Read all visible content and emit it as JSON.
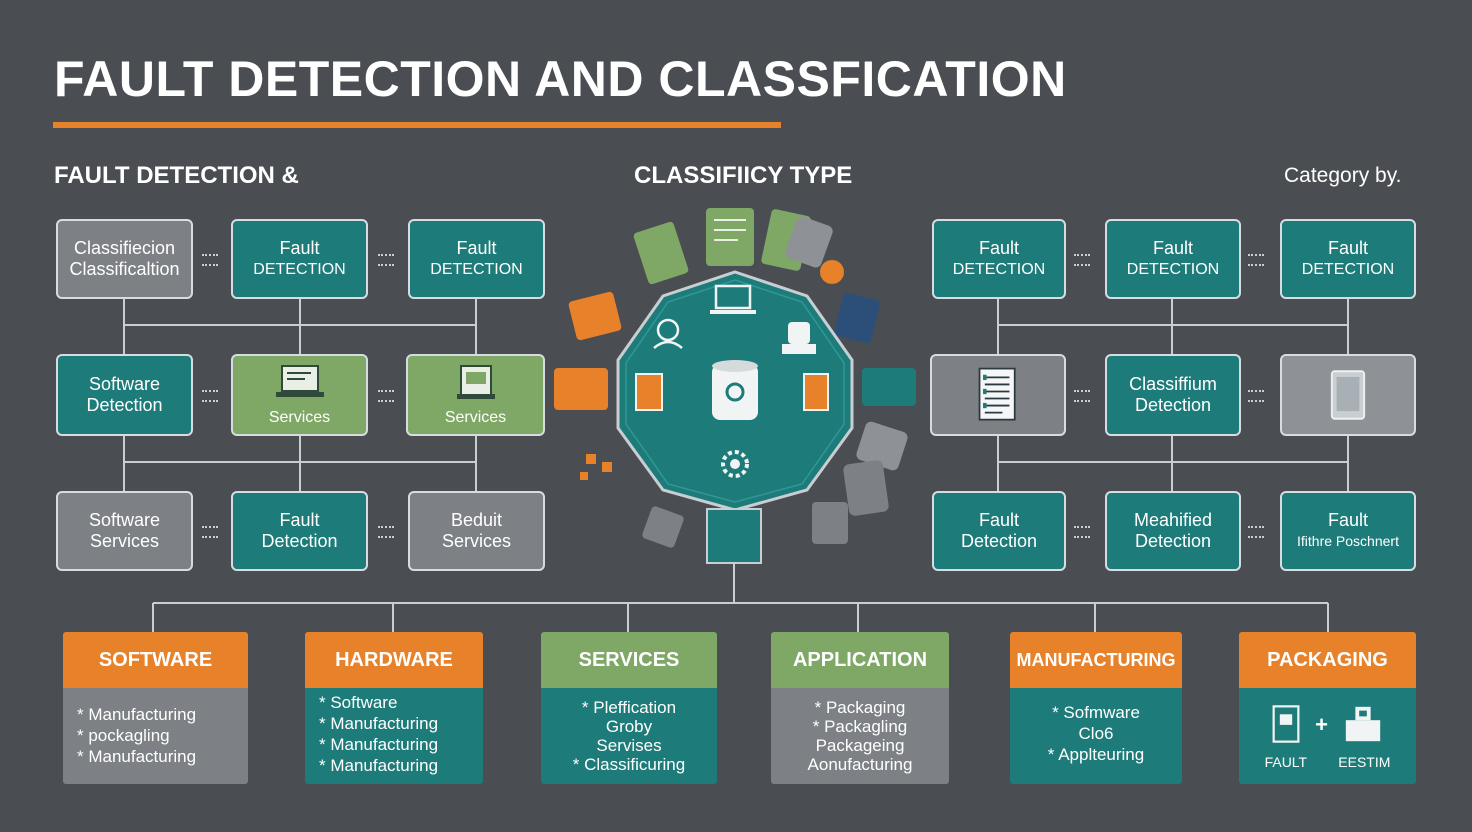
{
  "title": "FAULT DETECTION AND CLASSFICATION",
  "subheads": {
    "left": "FAULT DETECTION &",
    "center": "CLASSIFIICY TYPE",
    "right": "Category by."
  },
  "left_grid": [
    {
      "lines": [
        "Classifiecion",
        "Classificaltion"
      ]
    },
    {
      "lines": [
        "Fault",
        "DETECTION"
      ]
    },
    {
      "lines": [
        "Fault",
        "DETECTION"
      ]
    },
    {
      "lines": [
        "Software",
        "Detection"
      ]
    },
    {
      "lines": [
        "Services"
      ]
    },
    {
      "lines": [
        "Services"
      ]
    },
    {
      "lines": [
        "Software",
        "Services"
      ]
    },
    {
      "lines": [
        "Fault",
        "Detection"
      ]
    },
    {
      "lines": [
        "Beduit",
        "Services"
      ]
    }
  ],
  "right_grid": [
    {
      "lines": [
        "Fault",
        "DETECTION"
      ]
    },
    {
      "lines": [
        "Fault",
        "DETECTION"
      ]
    },
    {
      "lines": [
        "Fault",
        "DETECTION"
      ]
    },
    {
      "lines": []
    },
    {
      "lines": [
        "Classiffium",
        "Detection"
      ]
    },
    {
      "lines": []
    },
    {
      "lines": [
        "Fault",
        "Detection"
      ]
    },
    {
      "lines": [
        "Meahified",
        "Detection"
      ]
    },
    {
      "lines": [
        "Fault",
        "Ifithre Poschnert"
      ]
    }
  ],
  "categories": [
    {
      "title": "SOFTWARE",
      "lines": [
        "* Manufacturing",
        "* pockagling",
        "* Manufacturing"
      ]
    },
    {
      "title": "HARDWARE",
      "lines": [
        "* Software",
        "* Manufacturing",
        "* Manufacturing",
        "* Manufacturing"
      ]
    },
    {
      "title": "SERVICES",
      "lines": [
        "* Pleffication",
        "Groby",
        "Servises",
        "* Classificuring"
      ]
    },
    {
      "title": "APPLICATION",
      "lines": [
        "* Packaging",
        "* Packagling",
        "Packageing",
        "Aonufacturing"
      ]
    },
    {
      "title": "MANUFACTURING",
      "lines": [
        "* Sofmware",
        "Clo6",
        "* Applteuring"
      ]
    },
    {
      "title": "PACKAGING",
      "plus": "+",
      "labels": [
        "FAULT",
        "EESTIM"
      ]
    }
  ],
  "colors": {
    "background": "#4a4d52",
    "teal": "#1d7c7a",
    "grey": "#7d8185",
    "green": "#7fa766",
    "orange": "#e8822a",
    "line": "#d6dde0"
  },
  "icons": [
    "laptop-icon",
    "document-icon",
    "tablet-icon",
    "database-icon",
    "gear-icon",
    "chip-icon",
    "server-icon",
    "person-icon",
    "robot-icon",
    "box-icon"
  ]
}
